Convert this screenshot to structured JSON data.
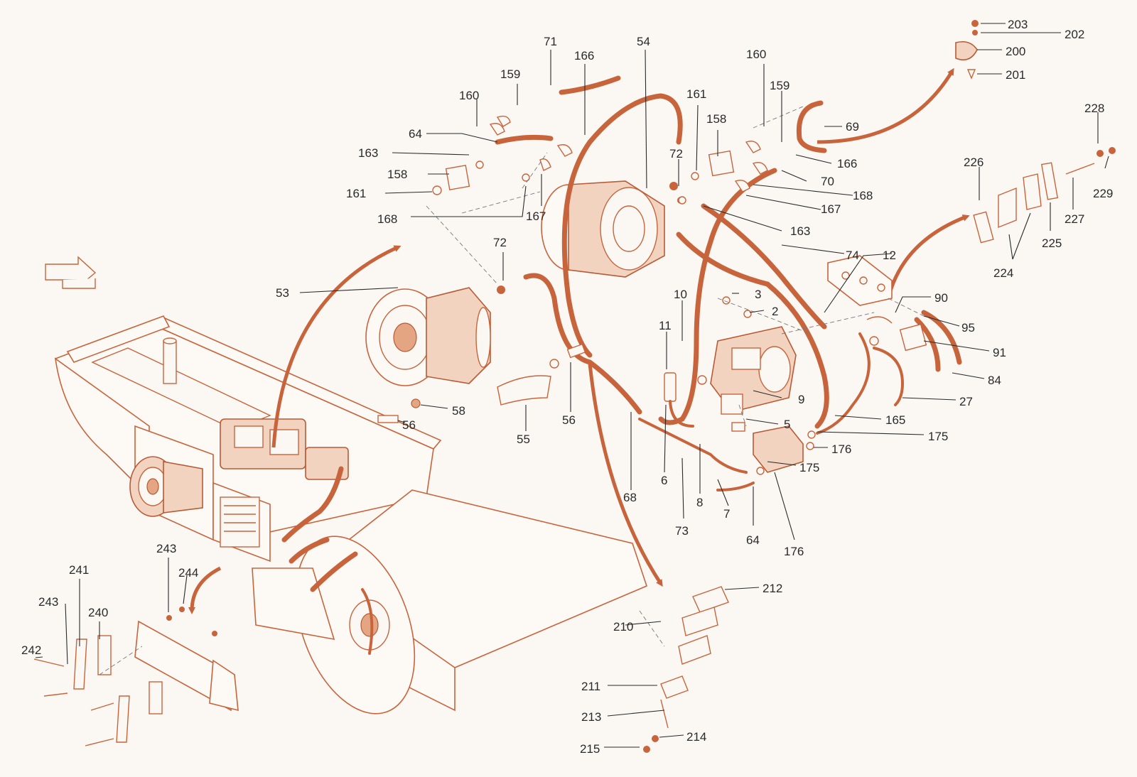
{
  "colors": {
    "accent": "#c8643c",
    "text": "#2a2a2a",
    "background": "#fbf8f3"
  },
  "callouts": {
    "c53": "53",
    "c54": "54",
    "c71": "71",
    "c166a": "166",
    "c159a": "159",
    "c160a": "160",
    "c64a": "64",
    "c163a": "163",
    "c158a": "158",
    "c161a": "161",
    "c168a": "168",
    "c167a": "167",
    "c72a": "72",
    "c161b": "161",
    "c158b": "158",
    "c160b": "160",
    "c159b": "159",
    "c72b": "72",
    "c166b": "166",
    "c69": "69",
    "c70": "70",
    "c168b": "168",
    "c167b": "167",
    "c163b": "163",
    "c203": "203",
    "c202": "202",
    "c200": "200",
    "c201": "201",
    "c228": "228",
    "c226": "226",
    "c229": "229",
    "c227": "227",
    "c225": "225",
    "c224": "224",
    "c74": "74",
    "c12": "12",
    "c90": "90",
    "c95": "95",
    "c91": "91",
    "c84": "84",
    "c27": "27",
    "c165": "165",
    "c175a": "175",
    "c176a": "176",
    "c175b": "175",
    "c3": "3",
    "c2": "2",
    "c10": "10",
    "c11": "11",
    "c9": "9",
    "c5": "5",
    "c6": "6",
    "c68": "68",
    "c73": "73",
    "c8": "8",
    "c7": "7",
    "c64b": "64",
    "c176b": "176",
    "c55": "55",
    "c56a": "56",
    "c58": "58",
    "c56b": "56",
    "c212": "212",
    "c210": "210",
    "c211": "211",
    "c213": "213",
    "c214": "214",
    "c215": "215",
    "c243a": "243",
    "c244": "244",
    "c241": "241",
    "c243b": "243",
    "c240": "240",
    "c242": "242"
  }
}
